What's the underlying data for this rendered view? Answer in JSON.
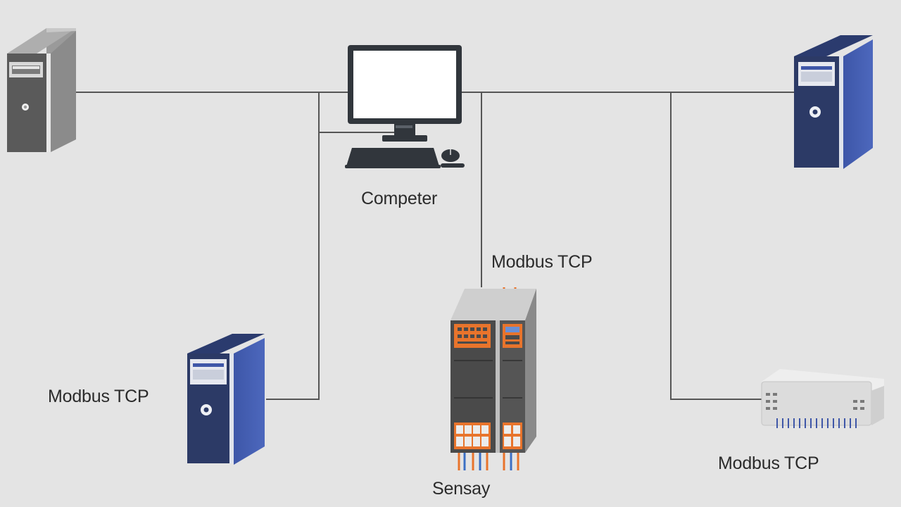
{
  "labels": {
    "computer": "Competer",
    "modbus_center": "Modbus TCP",
    "modbus_left": "Modbus TCP",
    "modbus_right": "Modbus TCP",
    "sensor": "Sensay"
  },
  "nodes": [
    {
      "id": "tower-top-left",
      "icon": "server-tower-icon",
      "color": "#5e5e5e"
    },
    {
      "id": "computer",
      "icon": "desktop-computer-icon",
      "color": "#2f343b"
    },
    {
      "id": "tower-top-right",
      "icon": "server-tower-icon",
      "color": "#2c3a68"
    },
    {
      "id": "tower-bottom-left",
      "icon": "server-tower-icon",
      "color": "#2c3a68"
    },
    {
      "id": "plc-controller",
      "icon": "plc-controller-icon",
      "color": "#4a4a4a"
    },
    {
      "id": "io-module",
      "icon": "io-module-icon",
      "color": "#dcdcdc"
    }
  ],
  "colors": {
    "background": "#e4e4e4",
    "line": "#555555",
    "accent_blue": "#3f57a8",
    "accent_orange": "#e8742c"
  }
}
